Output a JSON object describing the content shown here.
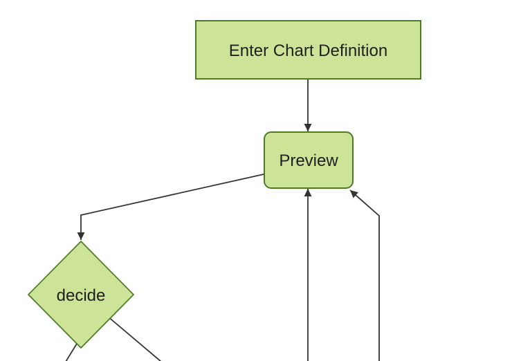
{
  "diagram": {
    "type": "flowchart",
    "direction": "top-down",
    "background_color": "#ffffff",
    "colors": {
      "node_fill": "#cde498",
      "node_border": "#4c7a25",
      "edge_line": "#333333",
      "arrowhead": "#333333",
      "label_text": "#1f1f1f"
    },
    "nodes": [
      {
        "id": "enter-chart-definition",
        "label": "Enter Chart Definition",
        "shape": "rectangle"
      },
      {
        "id": "preview",
        "label": "Preview",
        "shape": "rounded-rectangle"
      },
      {
        "id": "decide",
        "label": "decide",
        "shape": "diamond"
      }
    ],
    "edges": [
      {
        "from": "enter-chart-definition",
        "to": "preview",
        "arrow": true
      },
      {
        "from": "preview",
        "to": "decide",
        "arrow": true
      },
      {
        "from": "offscreen-bottom-center",
        "to": "preview",
        "arrow": true
      },
      {
        "from": "offscreen-bottom-right",
        "to": "preview",
        "arrow": true
      },
      {
        "from": "decide",
        "to": "offscreen-bottom-left",
        "arrow": false
      },
      {
        "from": "decide",
        "to": "offscreen-bottom-right",
        "arrow": false
      }
    ]
  }
}
